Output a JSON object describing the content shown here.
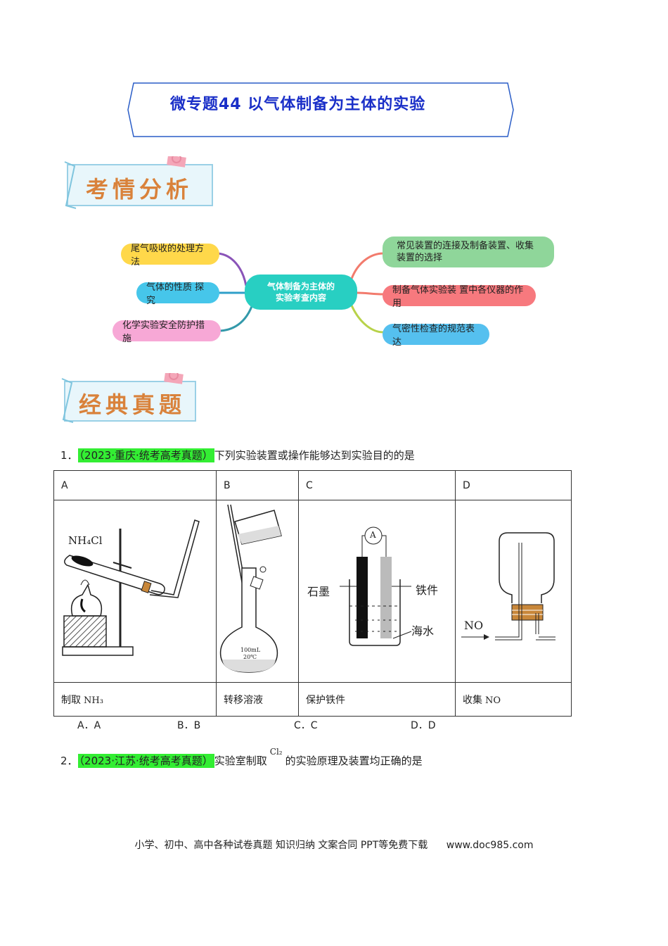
{
  "title": "微专题44  以气体制备为主体的实验",
  "sections": {
    "analysis": "考情分析",
    "classics": "经典真题"
  },
  "mindmap": {
    "center": [
      "气体制备为主体的",
      "实验考查内容"
    ],
    "left": [
      {
        "label": "尾气吸收的处理方法",
        "color": "#ffd84a"
      },
      {
        "label": "气体的性质 探究",
        "color": "#46c6ea"
      },
      {
        "label": "化学实验安全防护措施",
        "color": "#f7a8d6"
      }
    ],
    "right": [
      {
        "label": "常见装置的连接及制备装置、收集装置的选择",
        "color": "#8fd69a"
      },
      {
        "label": "制备气体实验装 置中各仪器的作用",
        "color": "#f7797e"
      },
      {
        "label": "气密性检查的规范表达",
        "color": "#55c0ef"
      }
    ]
  },
  "q1": {
    "number": "1．",
    "tag": "（2023·重庆·统考高考真题）",
    "text": "下列实验装置或操作能够达到实验目的的是",
    "headers": [
      "A",
      "B",
      "C",
      "D"
    ],
    "figure_labels": {
      "a_reagent": "NH₄Cl",
      "b_flask": "100mL",
      "b_temp": "20℃",
      "c_meter": "A",
      "c_left": "石墨",
      "c_right": "铁件",
      "c_water": "海水",
      "d_gas": "NO"
    },
    "captions": [
      "制取",
      "转移溶液",
      "保护铁件",
      "收集"
    ],
    "caption_formulas": [
      "NH₃",
      "",
      "",
      "NO"
    ],
    "options": [
      "A．A",
      "B．B",
      "C．C",
      "D．D"
    ]
  },
  "q2": {
    "number": "2．",
    "tag": "（2023·江苏·统考高考真题）",
    "text_before": "实验室制取",
    "formula": "Cl₂",
    "text_after": "的实验原理及装置均正确的是"
  },
  "footer": {
    "text": "小学、初中、高中各种试卷真题  知识归纳  文案合同  PPT等免费下载",
    "site": "www.doc985.com"
  }
}
